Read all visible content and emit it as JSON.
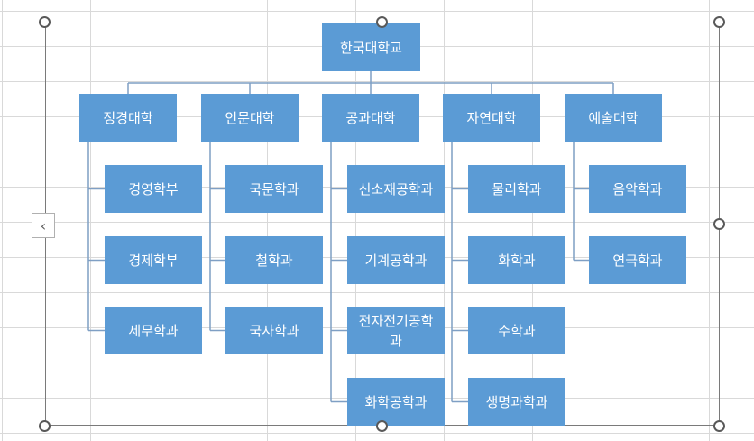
{
  "colors": {
    "node_fill": "#5b9bd5",
    "connector": "#7f9fc4",
    "frame": "#7a7a7a"
  },
  "chart": {
    "root": "한국대학교",
    "colleges": [
      {
        "name": "정경대학",
        "departments": [
          "경영학부",
          "경제학부",
          "세무학과"
        ]
      },
      {
        "name": "인문대학",
        "departments": [
          "국문학과",
          "철학과",
          "국사학과"
        ]
      },
      {
        "name": "공과대학",
        "departments": [
          "신소재공학과",
          "기계공학과",
          "전자전기공학과",
          "화학공학과"
        ]
      },
      {
        "name": "자연대학",
        "departments": [
          "물리학과",
          "화학과",
          "수학과",
          "생명과학과"
        ]
      },
      {
        "name": "예술대학",
        "departments": [
          "음악학과",
          "연극학과"
        ]
      }
    ]
  },
  "ui": {
    "collapse_icon": "chevron-left-icon"
  }
}
